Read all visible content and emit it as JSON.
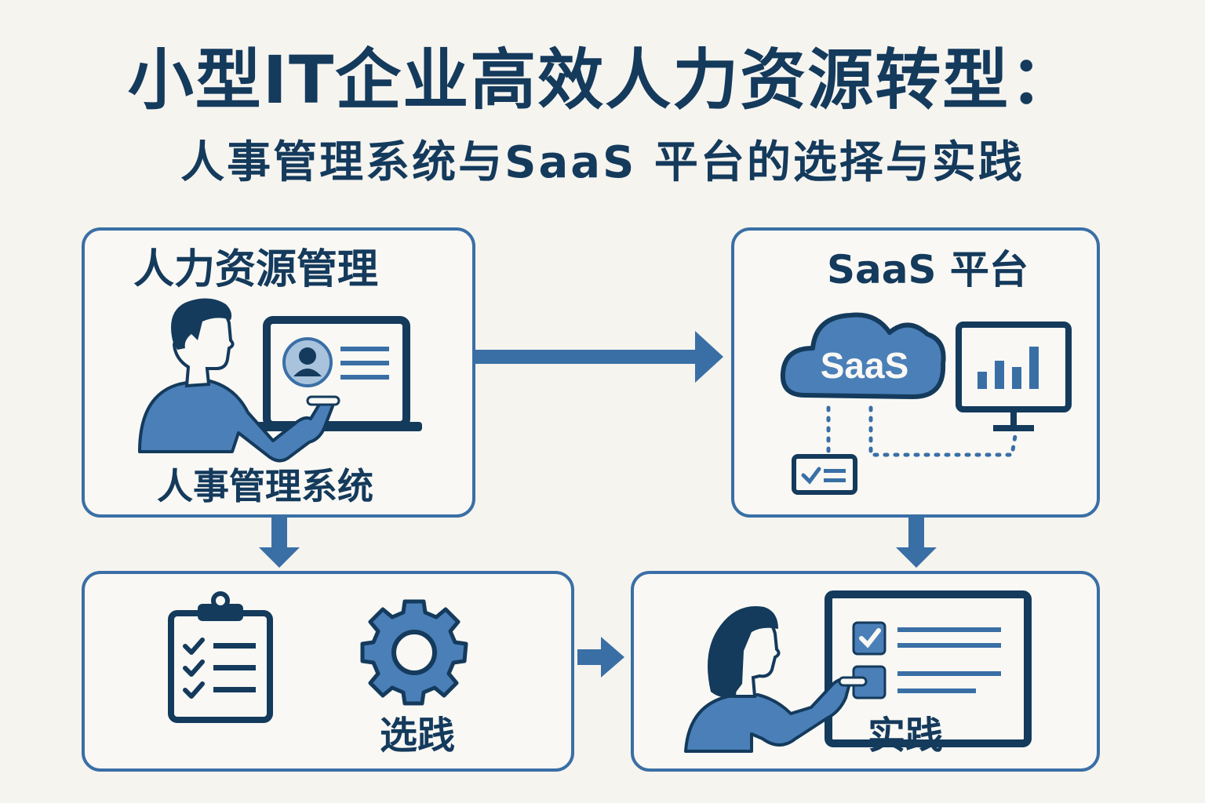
{
  "title": "小型IT企业高效人力资源转型：",
  "subtitle": "人事管理系统与SaaS 平台的选择与实践",
  "boxes": {
    "hr": {
      "title": "人力资源管理",
      "caption": "人事管理系统"
    },
    "saas": {
      "title": "SaaS 平台",
      "cloud_label": "SaaS"
    },
    "select": {
      "caption": "选践"
    },
    "practice": {
      "caption": "实践"
    }
  },
  "icons": {
    "hr_person": "person-at-laptop-icon",
    "hr_profile": "user-profile-card-icon",
    "cloud": "cloud-icon",
    "monitor": "bar-chart-monitor-icon",
    "check_card": "checkmark-card-icon",
    "clipboard": "clipboard-checklist-icon",
    "gear": "gear-icon",
    "woman": "woman-at-screen-icon"
  },
  "colors": {
    "dark_navy": "#143a5c",
    "accent_blue": "#3a6fa6",
    "fill_blue": "#4a7fb8",
    "background": "#f6f4ef"
  }
}
